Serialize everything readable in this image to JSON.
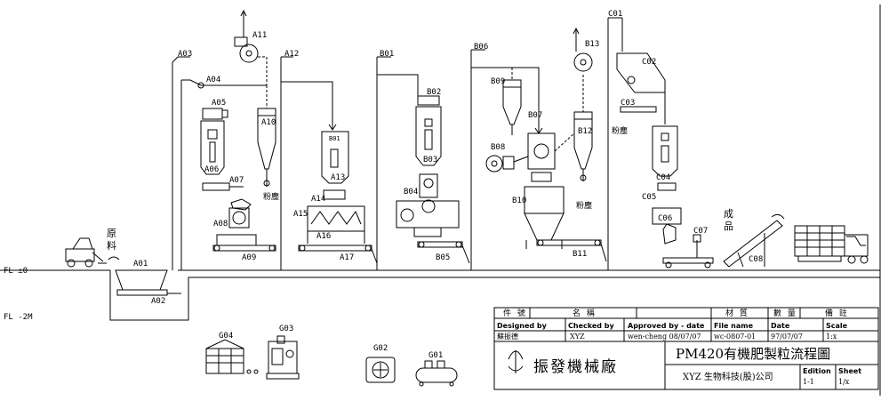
{
  "floors": {
    "fl0": "FL ±0",
    "flm2": "FL -2M"
  },
  "equipment_labels": {
    "A01": "A01",
    "A02": "A02",
    "A03": "A03",
    "A04": "A04",
    "A05": "A05",
    "A06": "A06",
    "A07": "A07",
    "A08": "A08",
    "A09": "A09",
    "A10": "A10",
    "A11": "A11",
    "A12": "A12",
    "A13": "A13",
    "A14": "A14",
    "A15": "A15",
    "A16": "A16",
    "A17": "A17",
    "B01": "B01",
    "B02": "B02",
    "B03": "B03",
    "B04": "B04",
    "B05": "B05",
    "B06": "B06",
    "B07": "B07",
    "B08": "B08",
    "B09": "B09",
    "B10": "B10",
    "B11": "B11",
    "B12": "B12",
    "B13": "B13",
    "C01": "C01",
    "C02": "C02",
    "C03": "C03",
    "C04": "C04",
    "C05": "C05",
    "C06": "C06",
    "C07": "C07",
    "C08": "C08",
    "G01": "G01",
    "G02": "G02",
    "G03": "G03",
    "G04": "G04"
  },
  "annotations": {
    "raw_material_1": "原",
    "raw_material_2": "料",
    "product_1": "成",
    "product_2": "品",
    "dust": "粉塵",
    "bin_tag": "B01"
  },
  "title_block": {
    "headers": {
      "item_no": "件 號",
      "name": "名 稱",
      "material": "材 質",
      "quantity": "數 量",
      "remark": "備 註"
    },
    "designed_by_label": "Designed by",
    "designed_by_value": "蘇振德",
    "checked_by_label": "Checked by",
    "checked_by_value": "XYZ",
    "approved_label": "Approved by - date",
    "approved_value": "wen-cheng 08/07/07",
    "file_name_label": "File name",
    "file_name_value": "wc-0807-01",
    "date_label": "Date",
    "date_value": "97/07/07",
    "scale_label": "Scale",
    "scale_value": "1:x",
    "company": "振發機械廠",
    "drawing_title": "PM420有機肥製粒流程圖",
    "client": "XYZ 生物科技(股)公司",
    "edition_label": "Edition",
    "edition_value": "1-1",
    "sheet_label": "Sheet",
    "sheet_value": "1/x"
  }
}
